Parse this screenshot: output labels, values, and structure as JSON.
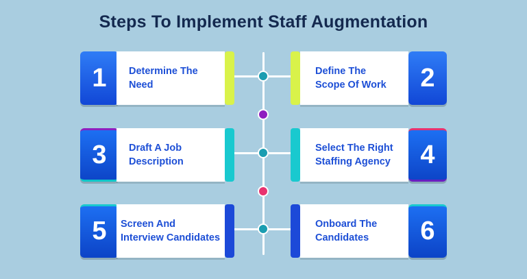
{
  "title": "Steps To Implement Staff Augmentation",
  "steps": [
    {
      "number": "1",
      "label_line1": "Determine The",
      "label_line2": "Need"
    },
    {
      "number": "2",
      "label_line1": "Define The",
      "label_line2": "Scope Of Work"
    },
    {
      "number": "3",
      "label_line1": "Draft A Job",
      "label_line2": "Description"
    },
    {
      "number": "4",
      "label_line1": "Select The Right",
      "label_line2": "Staffing Agency"
    },
    {
      "number": "5",
      "label_line1": "Screen And",
      "label_line2": "Interview Candidates"
    },
    {
      "number": "6",
      "label_line1": "Onboard The",
      "label_line2": "Candidates"
    }
  ],
  "colors": {
    "background": "#a9cde0",
    "title": "#14294f",
    "label": "#1d4fd6",
    "badge_blue": "#1147d6",
    "accent_lime": "#d9f24a",
    "accent_teal": "#19c9cf",
    "node_purple": "#8e1ec0",
    "node_pink": "#e8326f"
  }
}
